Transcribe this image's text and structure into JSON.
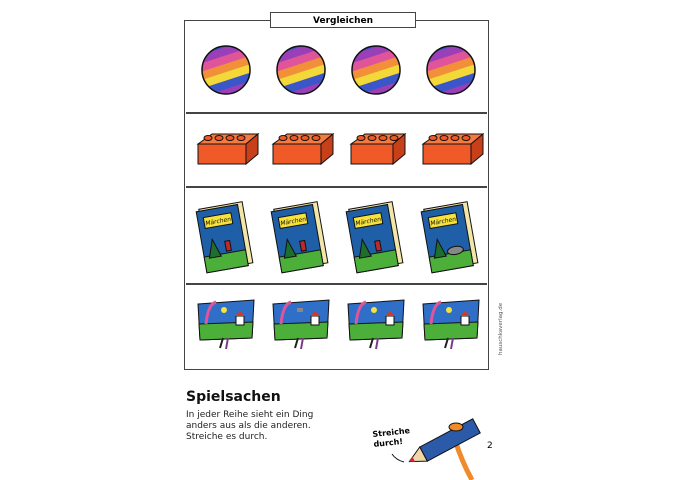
{
  "header": {
    "title": "Vergleichen"
  },
  "credit": "hauschkaverlag.de",
  "rows": [
    {
      "item": "ball",
      "odd_index": null
    },
    {
      "item": "brick",
      "odd_index": null
    },
    {
      "item": "book",
      "book_label": "Märchen",
      "odd_index": 3
    },
    {
      "item": "picture",
      "odd_index": null
    }
  ],
  "footer": {
    "heading": "Spielsachen",
    "instructions": [
      "In jeder Reihe sieht ein Ding",
      "anders aus als die anderen.",
      "Streiche es durch."
    ],
    "bubble": [
      "Streiche",
      "durch!"
    ],
    "page_number": "2"
  },
  "colors": {
    "book": "#1f5fa8",
    "brick": "#f05a28",
    "pencil": "#2a5aa8",
    "grass": "#4caf3a"
  }
}
